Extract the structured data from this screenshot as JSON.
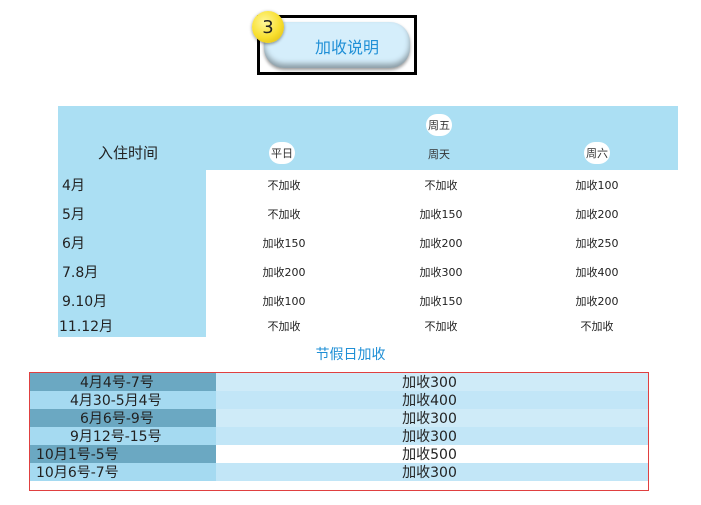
{
  "button": {
    "badge": "3",
    "label": "加收说明"
  },
  "rate_table": {
    "header": {
      "stay_label": "入住时间",
      "col1": "平日",
      "col2_top": "周五",
      "col2_bottom": "周天",
      "col3": "周六"
    },
    "rows": [
      {
        "month": "4月",
        "c1": "不加收",
        "c2": "不加收",
        "c3": "加收100"
      },
      {
        "month": "5月",
        "c1": "不加收",
        "c2": "加收150",
        "c3": "加收200"
      },
      {
        "month": "6月",
        "c1": "加收150",
        "c2": "加收200",
        "c3": "加收250"
      },
      {
        "month": "7.8月",
        "c1": "加收200",
        "c2": "加收300",
        "c3": "加收400"
      },
      {
        "month": "9.10月",
        "c1": "加收100",
        "c2": "加收150",
        "c3": "加收200"
      },
      {
        "month": "11.12月",
        "c1": "不加收",
        "c2": "不加收",
        "c3": "不加收"
      }
    ]
  },
  "holiday": {
    "title": "节假日加收",
    "rows": [
      {
        "date": "4月4号-7号",
        "value": "加收300"
      },
      {
        "date": "4月30-5月4号",
        "value": "加收400"
      },
      {
        "date": "6月6号-9号",
        "value": "加收300"
      },
      {
        "date": "9月12号-15号",
        "value": "加收300"
      },
      {
        "date": "10月1号-5号",
        "value": "加收500"
      },
      {
        "date": "10月6号-7号",
        "value": "加收300"
      }
    ]
  },
  "colors": {
    "header_bg": "#abdff3",
    "accent_text": "#1f8fd6",
    "holiday_dark": "#6ba8c2",
    "holiday_mid": "#a5daf1",
    "holiday_light": "#cfebf8",
    "border_red": "#e04040"
  }
}
